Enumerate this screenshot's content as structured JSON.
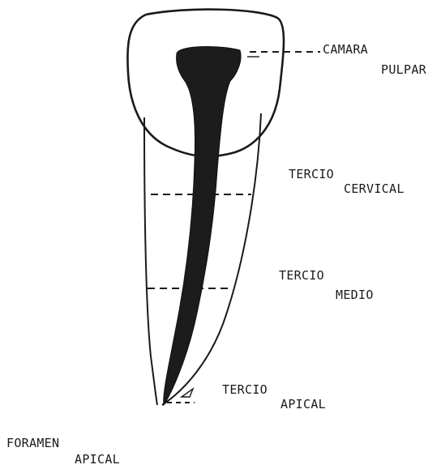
{
  "labels": {
    "camara": "CAMARA",
    "pulpar": "PULPAR",
    "tercio_cervical_1": "TERCIO",
    "tercio_cervical_2": "CERVICAL",
    "tercio_medio_1": "TERCIO",
    "tercio_medio_2": "MEDIO",
    "tercio_apical_1": "TERCIO",
    "tercio_apical_2": "APICAL",
    "foramen_1": "FORAMEN",
    "foramen_2": "APICAL"
  },
  "colors": {
    "ink": "#1a1a1a",
    "pulp": "#1c1c1c",
    "background": "#ffffff"
  }
}
